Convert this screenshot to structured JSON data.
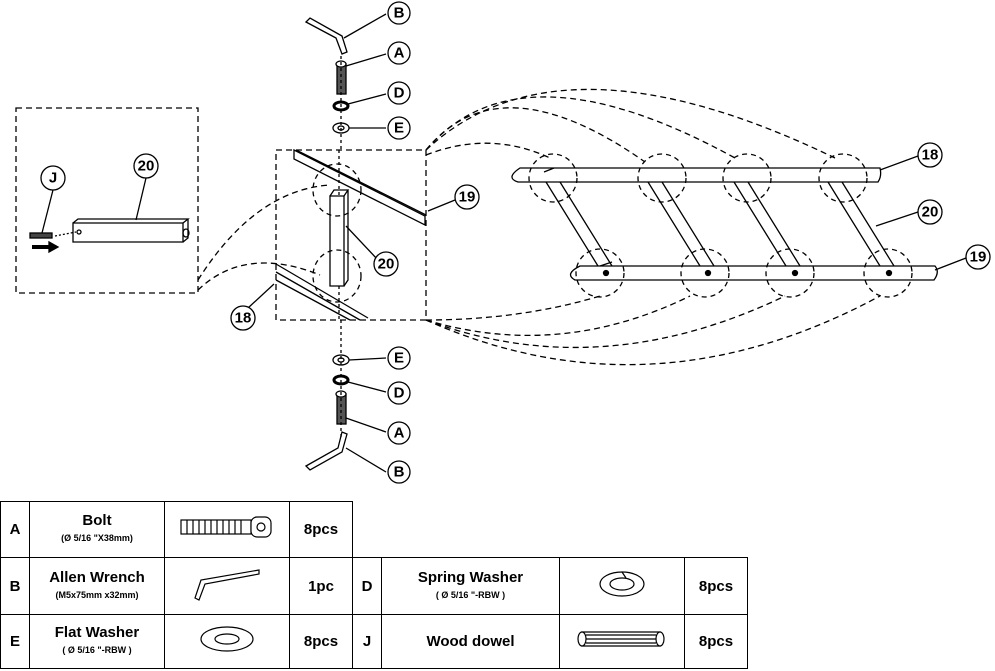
{
  "diagram": {
    "callouts": {
      "b_top": "B",
      "a_top": "A",
      "d_top": "D",
      "e_top": "E",
      "j": "J",
      "n20_left": "20",
      "n19_mid": "19",
      "n20_mid": "20",
      "n18_mid": "18",
      "e_bot": "E",
      "d_bot": "D",
      "a_bot": "A",
      "b_bot": "B",
      "n18_right": "18",
      "n20_right": "20",
      "n19_right": "19"
    }
  },
  "parts": [
    {
      "code": "A",
      "name": "Bolt",
      "spec": "(Ø 5/16 \"X38mm)",
      "qty": "8pcs",
      "icon": "bolt-icon"
    },
    {
      "code": "B",
      "name": "Allen Wrench",
      "spec": "(M5x75mm x32mm)",
      "qty": "1pc",
      "icon": "allen-wrench-icon"
    },
    {
      "code": "D",
      "name": "Spring Washer",
      "spec": "( Ø 5/16 \"-RBW )",
      "qty": "8pcs",
      "icon": "spring-washer-icon"
    },
    {
      "code": "E",
      "name": "Flat Washer",
      "spec": "( Ø 5/16 \"-RBW )",
      "qty": "8pcs",
      "icon": "flat-washer-icon"
    },
    {
      "code": "J",
      "name": "Wood dowel",
      "spec": "",
      "qty": "8pcs",
      "icon": "wood-dowel-icon"
    }
  ]
}
